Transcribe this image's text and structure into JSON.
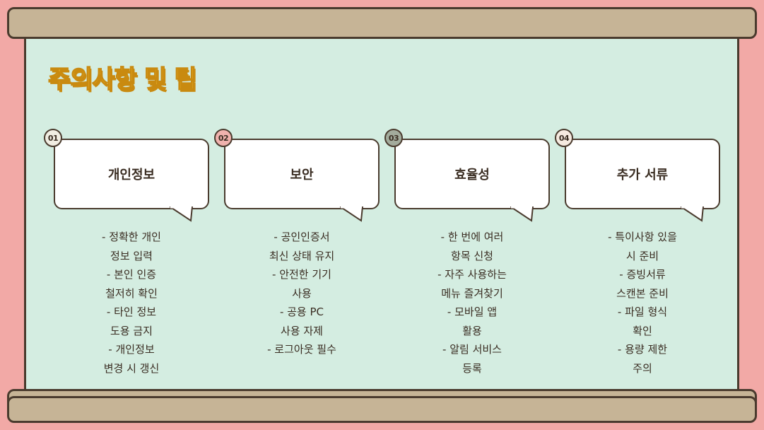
{
  "title": "주의사항 및 팁",
  "colors": {
    "accent_yellow": "#f5c231",
    "badge_1": "#f1ede2",
    "badge_2": "#f0b2ae",
    "badge_3": "#a3ab9c",
    "badge_4": "#f6eae0"
  },
  "cards": [
    {
      "number": "01",
      "label": "개인정보",
      "tips": "- 정확한 개인\n정보 입력\n- 본인 인증\n철저히 확인\n- 타인 정보\n도용 금지\n- 개인정보\n변경 시 갱신"
    },
    {
      "number": "02",
      "label": "보안",
      "tips": "- 공인인증서\n최신 상태 유지\n- 안전한 기기\n사용\n- 공용 PC\n사용 자제\n- 로그아웃 필수"
    },
    {
      "number": "03",
      "label": "효율성",
      "tips": "- 한 번에 여러\n항목 신청\n- 자주 사용하는\n메뉴 즐겨찾기\n- 모바일 앱\n활용\n- 알림 서비스\n등록"
    },
    {
      "number": "04",
      "label": "추가 서류",
      "tips": "- 특이사항 있을\n시 준비\n- 증빙서류\n스캔본 준비\n- 파일 형식\n확인\n- 용량 제한\n주의"
    }
  ]
}
